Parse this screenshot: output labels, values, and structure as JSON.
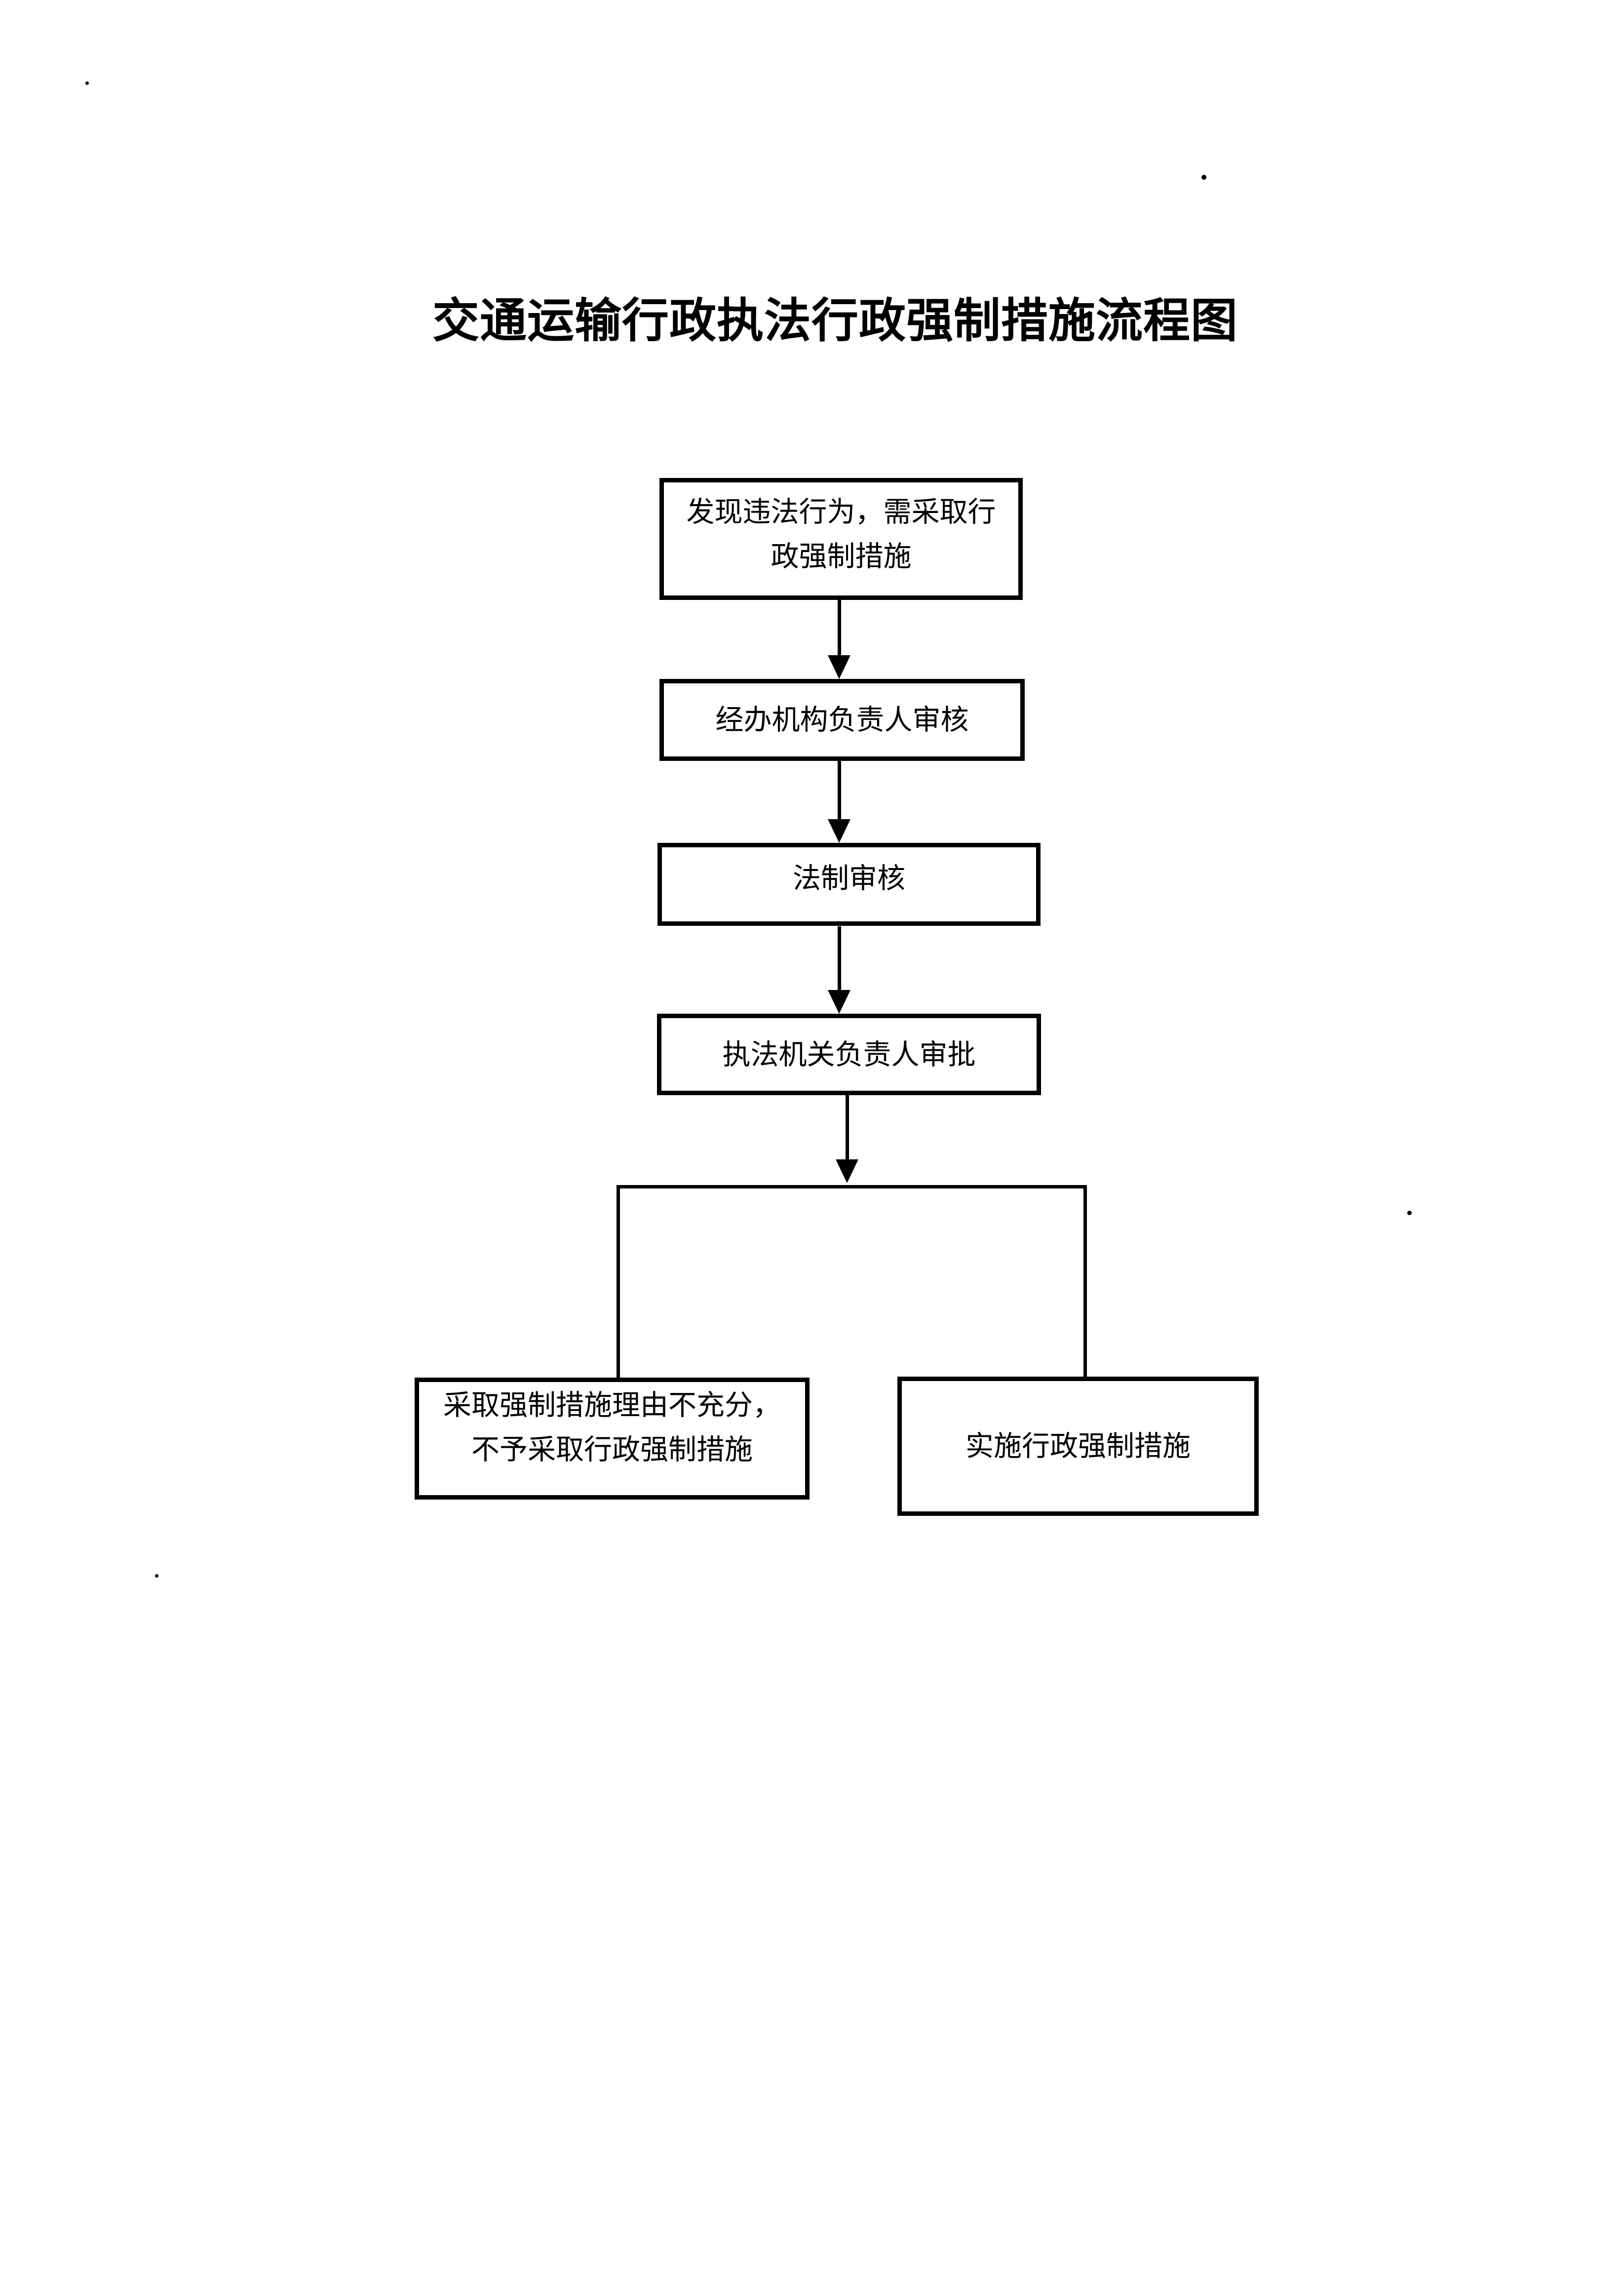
{
  "document": {
    "background": "#ffffff",
    "ink_color": "#000000",
    "title": "交通运输行政执法行政强制措施流程图"
  },
  "flowchart": {
    "nodes": [
      {
        "id": "detect-violation",
        "lines": [
          "发现违法行为，需采取行",
          "政强制措施"
        ],
        "full_text": "发现违法行为，需采取行政强制措施"
      },
      {
        "id": "agency-leader-review",
        "lines": [
          "经办机构负责人审核"
        ],
        "full_text": "经办机构负责人审核"
      },
      {
        "id": "legal-review",
        "lines": [
          "法制审核"
        ],
        "full_text": "法制审核"
      },
      {
        "id": "enforcement-leader-approval",
        "lines": [
          "执法机关负责人审批"
        ],
        "full_text": "执法机关负责人审批"
      },
      {
        "id": "insufficient-reason-no-measures",
        "lines": [
          "采取强制措施理由不充分，",
          "不予采取行政强制措施"
        ],
        "full_text": "采取强制措施理由不充分，不予采取行政强制措施"
      },
      {
        "id": "implement-measures",
        "lines": [
          "实施行政强制措施"
        ],
        "full_text": "实施行政强制措施"
      }
    ],
    "edges": [
      {
        "from": "detect-violation",
        "to": "agency-leader-review",
        "style": "arrow-down"
      },
      {
        "from": "agency-leader-review",
        "to": "legal-review",
        "style": "arrow-down"
      },
      {
        "from": "legal-review",
        "to": "enforcement-leader-approval",
        "style": "arrow-down"
      },
      {
        "from": "enforcement-leader-approval",
        "to": "branch-junction",
        "style": "arrow-down"
      },
      {
        "from": "branch-junction",
        "to": "insufficient-reason-no-measures",
        "style": "elbow-line"
      },
      {
        "from": "branch-junction",
        "to": "implement-measures",
        "style": "elbow-line"
      }
    ]
  }
}
